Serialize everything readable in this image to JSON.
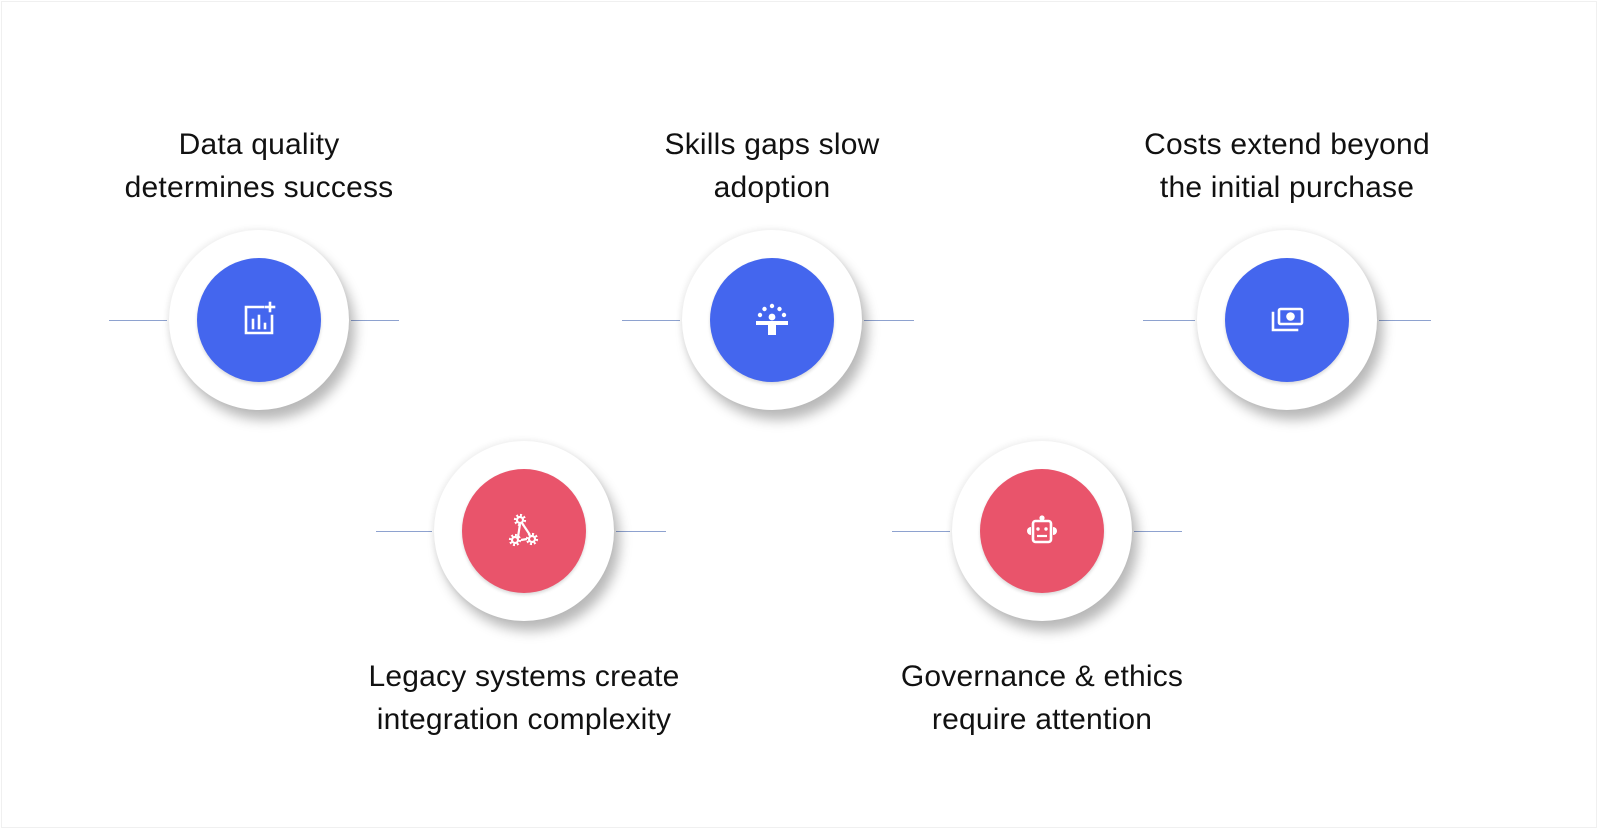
{
  "colors": {
    "blue": "#4466EE",
    "red": "#E9546B",
    "connector": "#8EA2CF",
    "text": "#111111",
    "background": "#FFFFFF"
  },
  "nodes": [
    {
      "id": "data-quality",
      "line1": "Data quality",
      "line2": "determines success",
      "icon": "analytics-chart-plus-icon",
      "color": "blue",
      "label_position": "above"
    },
    {
      "id": "skills-gaps",
      "line1": "Skills gaps slow",
      "line2": "adoption",
      "icon": "person-skills-icon",
      "color": "blue",
      "label_position": "above"
    },
    {
      "id": "costs",
      "line1": "Costs extend beyond",
      "line2": "the initial purchase",
      "icon": "money-bills-icon",
      "color": "blue",
      "label_position": "above"
    },
    {
      "id": "legacy-systems",
      "line1": "Legacy systems create",
      "line2": "integration complexity",
      "icon": "connected-gears-icon",
      "color": "red",
      "label_position": "below"
    },
    {
      "id": "governance",
      "line1": "Governance & ethics",
      "line2": "require attention",
      "icon": "robot-icon",
      "color": "red",
      "label_position": "below"
    }
  ]
}
